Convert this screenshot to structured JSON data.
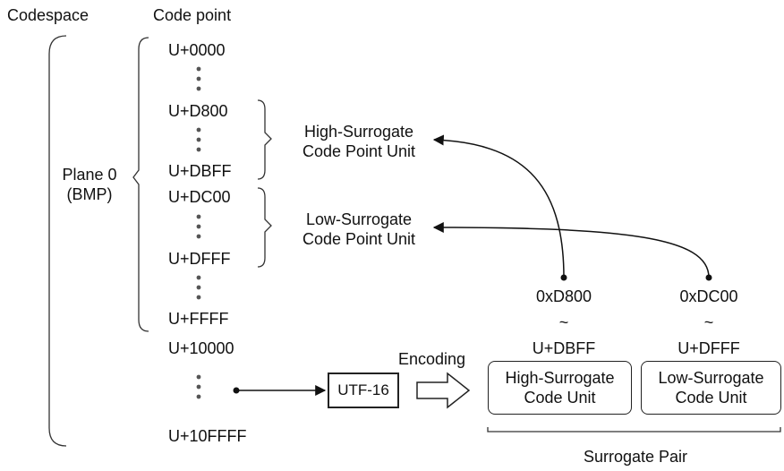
{
  "headers": {
    "codespace": "Codespace",
    "code_point": "Code point"
  },
  "plane": {
    "line1": "Plane 0",
    "line2": "(BMP)"
  },
  "code_points": {
    "start": "U+0000",
    "high_start": "U+D800",
    "high_end": "U+DBFF",
    "low_start": "U+DC00",
    "low_end": "U+DFFF",
    "bmp_end": "U+FFFF",
    "supp_start": "U+10000",
    "supp_end": "U+10FFFF"
  },
  "high_surrogate_unit": {
    "line1": "High-Surrogate",
    "line2": "Code Point Unit"
  },
  "low_surrogate_unit": {
    "line1": "Low-Surrogate",
    "line2": "Code Point Unit"
  },
  "encoder": {
    "label": "UTF-16",
    "arrow_label": "Encoding"
  },
  "high_range": {
    "start": "0xD800",
    "tilde": "~",
    "end": "U+DBFF"
  },
  "low_range": {
    "start": "0xDC00",
    "tilde": "~",
    "end": "U+DFFF"
  },
  "high_code_unit": {
    "line1": "High-Surrogate",
    "line2": "Code Unit"
  },
  "low_code_unit": {
    "line1": "Low-Surrogate",
    "line2": "Code Unit"
  },
  "pair_label": "Surrogate Pair"
}
